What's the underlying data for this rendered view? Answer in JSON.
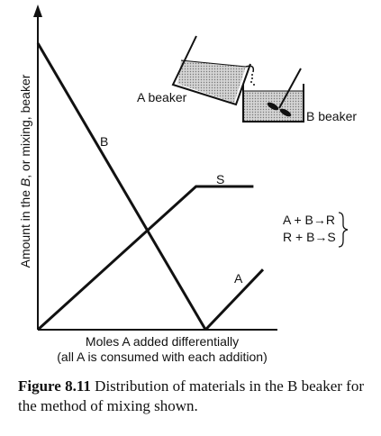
{
  "chart_data": {
    "type": "line",
    "title": "",
    "xlabel_line1": "Moles A added differentially",
    "xlabel_line2": "(all A is consumed with each addition)",
    "ylabel_parts": [
      "Amount in the ",
      "B",
      ", or mixing, beaker"
    ],
    "xlim": [
      0,
      1
    ],
    "ylim": [
      0,
      1
    ],
    "grid": false,
    "series": [
      {
        "name": "B",
        "x": [
          0,
          0.7
        ],
        "y": [
          1.0,
          0.0
        ]
      },
      {
        "name": "S",
        "x": [
          0,
          0.66,
          0.9
        ],
        "y": [
          0.0,
          0.5,
          0.5
        ]
      },
      {
        "name": "A",
        "x": [
          0.7,
          0.94
        ],
        "y": [
          0.0,
          0.21
        ]
      }
    ],
    "annotations": {
      "a_beaker": "A beaker",
      "b_beaker": "B beaker",
      "reaction1": "A + B→R",
      "reaction2": "R + B→S"
    }
  },
  "caption": {
    "figure_label": "Figure 8.11",
    "text": " Distribution of materials in the B beaker for the method of mixing shown."
  },
  "colors": {
    "line": "#111111",
    "liquid": "#c9c9c9"
  }
}
